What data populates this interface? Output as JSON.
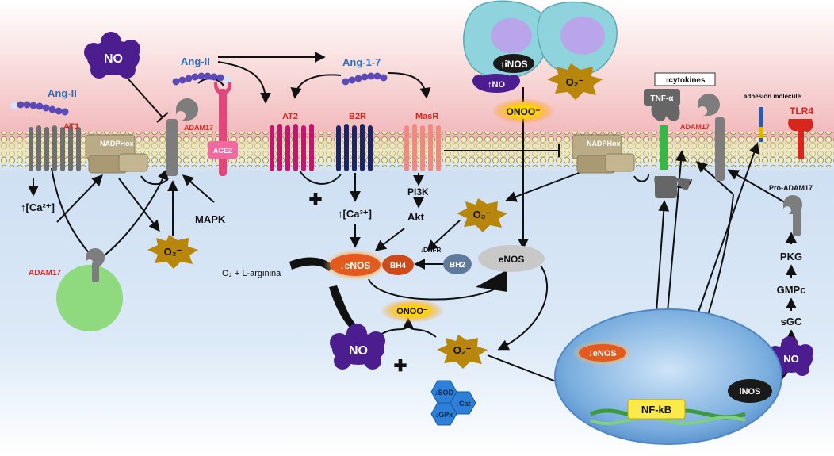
{
  "labels": {
    "ang2_top": "Ang-II",
    "ang2_left": "Ang-II",
    "ang17": "Ang-1-7",
    "no_top": "NO",
    "inos_cell": "↑iNOS",
    "no_cell": "↑NO",
    "o2_cell": "O₂⁻",
    "onoo_top": "ONOO⁻",
    "cytokines": "↑cytokines",
    "tnf": "TNF-α",
    "adhesion": "adhesion molecule",
    "tlr4": "TLR4",
    "at1": "AT1",
    "nadphox_left": "NADPHox",
    "adam17_mem": "ADAM17",
    "ace2": "ACE2",
    "at2": "AT2",
    "b2r": "B2R",
    "masr": "MasR",
    "nadphox_right": "NADPHox",
    "adam17_right": "ADAM17",
    "ca_left": "↑[Ca²⁺]",
    "ca_mid": "↑[Ca²⁺]",
    "mapk": "MAPK",
    "o2_left": "O₂⁻",
    "adam17_low": "ADAM17",
    "pi3k": "PI3K",
    "akt": "Akt",
    "o2_mid": "O₂⁻",
    "dhfr": "↓DHFR",
    "enos_down": "↓eNOS",
    "bh4": "BH4",
    "bh2": "BH2",
    "enos": "eNOS",
    "o2_arg": "O₂ + L-arginina",
    "onoo_low": "ONOO⁻",
    "no_low": "NO",
    "o2_low": "O₂⁻",
    "sod": "↓SOD",
    "cat": "↓Cat",
    "gpx": "↓GPx",
    "enos_nuc": "↓eNOS",
    "nfkb": "NF-kB",
    "inos": "iNOS",
    "no_right": "NO",
    "sgc": "sGC",
    "gmpc": "GMPc",
    "pkg": "PKG",
    "pro_adam17": "Pro-ADAM17",
    "plus1": "✚",
    "plus2": "✚"
  },
  "colors": {
    "label_blue": "#2E6FB6",
    "label_red": "#D7261E",
    "no_purple": "#4B1D8F",
    "o2_gold": "#B8860B",
    "enos_orange": "#E35A1E",
    "membrane_yellow": "#E9E3A0"
  }
}
